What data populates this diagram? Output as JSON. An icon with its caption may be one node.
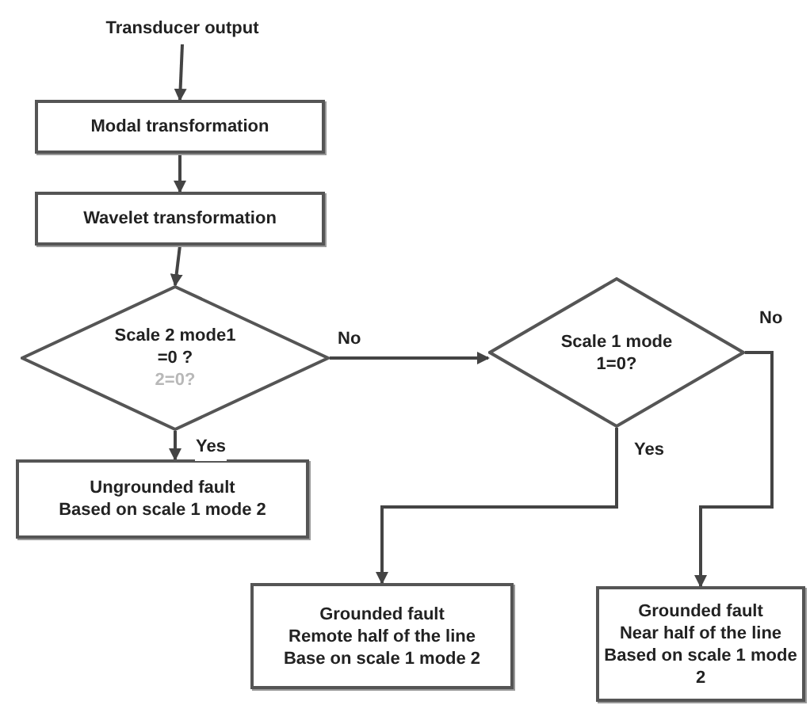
{
  "diagram": {
    "nodes": [
      {
        "text": [
          "Transducer output"
        ]
      },
      {
        "text": [
          "Modal transformation"
        ]
      },
      {
        "text": [
          "Wavelet transformation"
        ]
      },
      {
        "text": [
          "Scale 2 mode1 =0 ?",
          "2=0?"
        ]
      },
      {
        "text": [
          "Ungrounded fault",
          "Based on scale 1 mode 2"
        ]
      },
      {
        "text": [
          "Scale 1 mode 1=0?"
        ]
      },
      {
        "text": [
          "Grounded fault",
          "Remote half of the line",
          "Base on scale 1 mode 2"
        ]
      },
      {
        "text": [
          "Grounded fault",
          "Near half of the line",
          "Based on scale 1 mode 2"
        ]
      }
    ],
    "edges": [
      {
        "from": 0,
        "to": 1,
        "arrow": "to"
      },
      {
        "from": 1,
        "to": 2,
        "arrow": "to"
      },
      {
        "from": 2,
        "to": 3,
        "arrow": "to"
      },
      {
        "from": 3,
        "to": 5,
        "arrow": "to",
        "label": "No"
      },
      {
        "from": 3,
        "to": 4,
        "arrow": "to",
        "label": "Yes"
      },
      {
        "from": 5,
        "to": 6,
        "arrow": "to",
        "label": "Yes"
      },
      {
        "from": 5,
        "to": 7,
        "arrow": "to",
        "label": "No"
      }
    ]
  }
}
